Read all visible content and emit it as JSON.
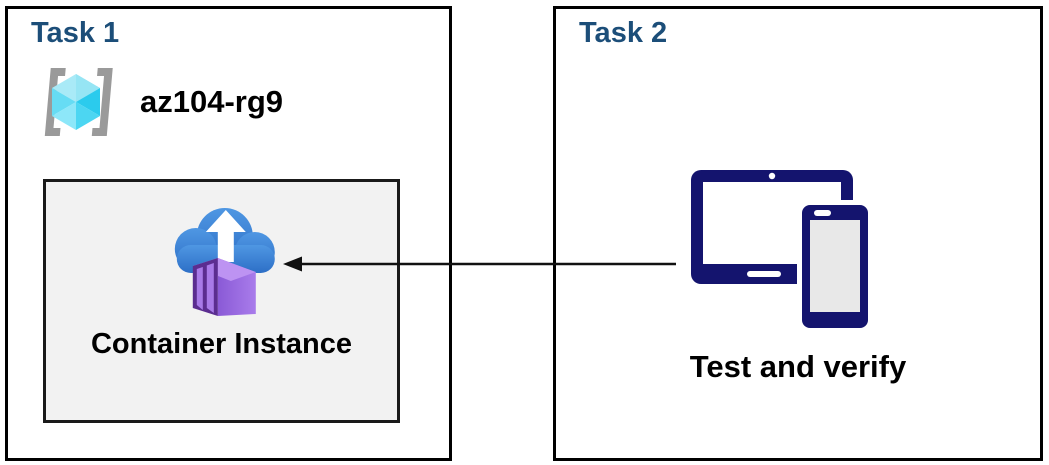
{
  "task1": {
    "title": "Task 1",
    "resource_group": {
      "name": "az104-rg9",
      "icon": "resource-group-icon"
    },
    "container_box": {
      "label": "Container Instance",
      "icon": "container-instance-icon"
    }
  },
  "task2": {
    "title": "Task 2",
    "devices_label": "Test and verify",
    "icon": "devices-icon"
  },
  "arrow": {
    "from": "devices-icon",
    "to": "container-instance-icon",
    "direction": "right-to-left"
  },
  "colors": {
    "task_title_blue": "#1c4e79",
    "box_border": "#000000",
    "container_box_bg": "#f2f2f2",
    "device_navy": "#14146e",
    "cloud_blue": "#3b82d8",
    "container_purple": "#9c6ce2",
    "container_purple_dark": "#5b2d90",
    "cube_cyan_light": "#a6e9f6",
    "cube_cyan_mid": "#6ddff5",
    "cube_cyan_dark": "#33cfee",
    "bracket_gray": "#9a9a9a",
    "arrow_black": "#111111"
  }
}
